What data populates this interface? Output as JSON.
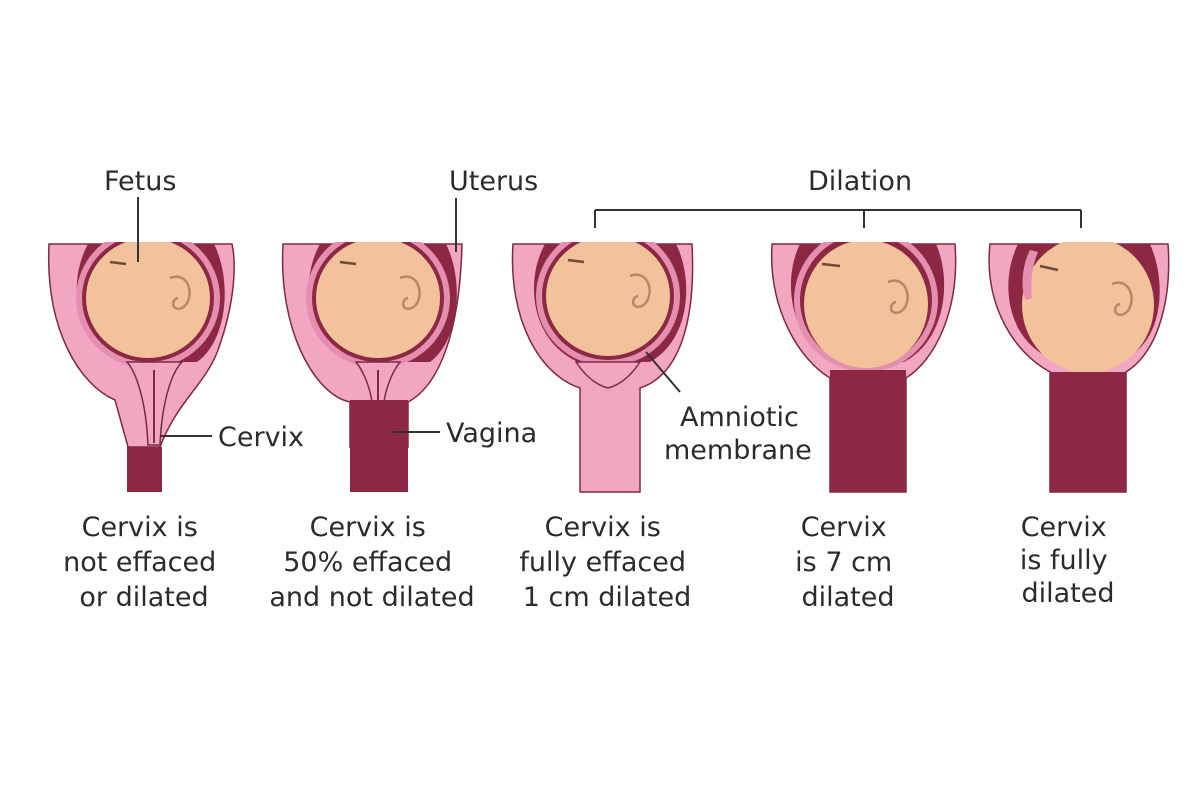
{
  "labels": {
    "fetus": "Fetus",
    "uterus": "Uterus",
    "dilation": "Dilation",
    "cervix": "Cervix",
    "vagina": "Vagina",
    "amniotic_line1": "Amniotic",
    "amniotic_line2": "membrane"
  },
  "stages": [
    {
      "caption": [
        "Cervix is",
        "not effaced",
        "or dilated"
      ]
    },
    {
      "caption": [
        "Cervix is",
        "50% effaced",
        "and not dilated"
      ]
    },
    {
      "caption": [
        "Cervix is",
        "fully effaced",
        "1 cm dilated"
      ]
    },
    {
      "caption": [
        "Cervix",
        "is 7 cm",
        "dilated"
      ]
    },
    {
      "caption": [
        "Cervix",
        "is fully",
        "dilated"
      ]
    }
  ],
  "colors": {
    "uterus_wall": "#f2a6c2",
    "uterus_outline": "#7a2b45",
    "lining": "#8c2843",
    "amniotic_membrane": "#e58fb0",
    "fetus": "#f2c29a",
    "fetus_line": "#b5896a",
    "vagina": "#8c2843"
  },
  "icons": {
    "uterus": "uterus-cross-section-icon",
    "fetus": "fetal-head-icon"
  }
}
